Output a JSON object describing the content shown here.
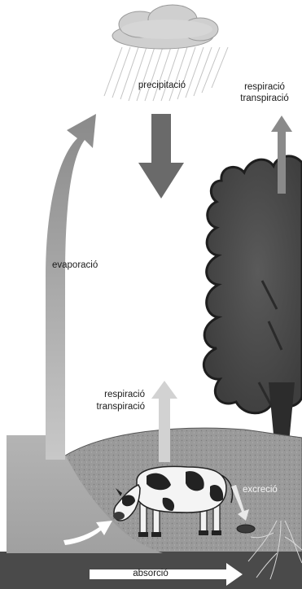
{
  "labels": {
    "precipitation": "precipitació",
    "respiration_top": "respiració",
    "transpiration_top": "transpiració",
    "evaporation": "evaporació",
    "respiration_mid": "respiració",
    "transpiration_mid": "transpiració",
    "excretion": "excreció",
    "absorption": "absorció"
  }
}
